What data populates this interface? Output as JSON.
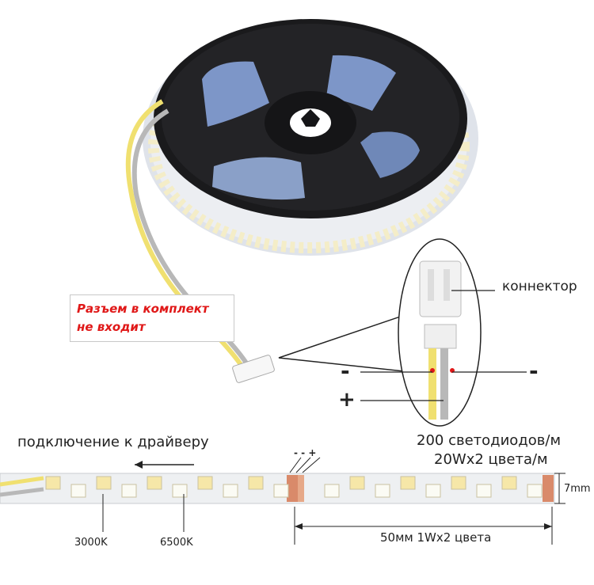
{
  "callout": {
    "line1": "Разъем в комплект",
    "line2": "не входит"
  },
  "labels": {
    "connector": "коннектор",
    "minus_left": "-",
    "minus_right": "-",
    "plus": "+",
    "driver_connection": "подключение к драйверу",
    "leds_per_meter": "200 светодиодов/м",
    "power_per_meter": "20Wx2 цвета/м",
    "width": "7mm",
    "temp_warm": "3000K",
    "temp_cool": "6500K",
    "segment": "50мм 1Wx2 цвета",
    "polarity": "- - +"
  },
  "colors": {
    "accent_red": "#e01818",
    "led_warm": "#f6e7a8",
    "led_cool": "#fbfbf4",
    "reel": "#1a1a1c",
    "strip_pcb": "#eef0f2",
    "wire_yellow": "#f0e070",
    "wire_gray": "#b8b8b8"
  }
}
